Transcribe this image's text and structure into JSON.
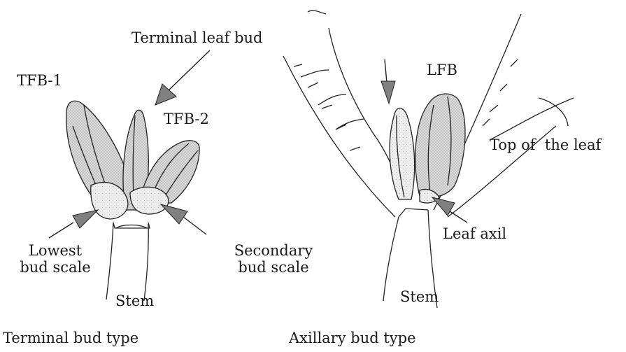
{
  "labels": {
    "terminal_leaf_bud": "Terminal leaf bud",
    "tfb1": "TFB-1",
    "tfb2": "TFB-2",
    "lowest_bud_scale_line1": "Lowest",
    "lowest_bud_scale_line2": "bud scale",
    "stem_left": "Stem",
    "secondary_bud_scale_line1": "Secondary",
    "secondary_bud_scale_line2": "bud scale",
    "terminal_bud_type": "Terminal bud type",
    "lfb": "LFB",
    "top_of_leaf": "Top of  the leaf",
    "leaf_axil": "Leaf axil",
    "stem_right": "Stem",
    "axillary_bud_type": "Axillary bud type"
  },
  "colors": {
    "ink": "#1a1a1a",
    "bud_fill": "#d9d9d9",
    "scale_fill": "#eeeeee",
    "arrow_fill": "#808080"
  }
}
